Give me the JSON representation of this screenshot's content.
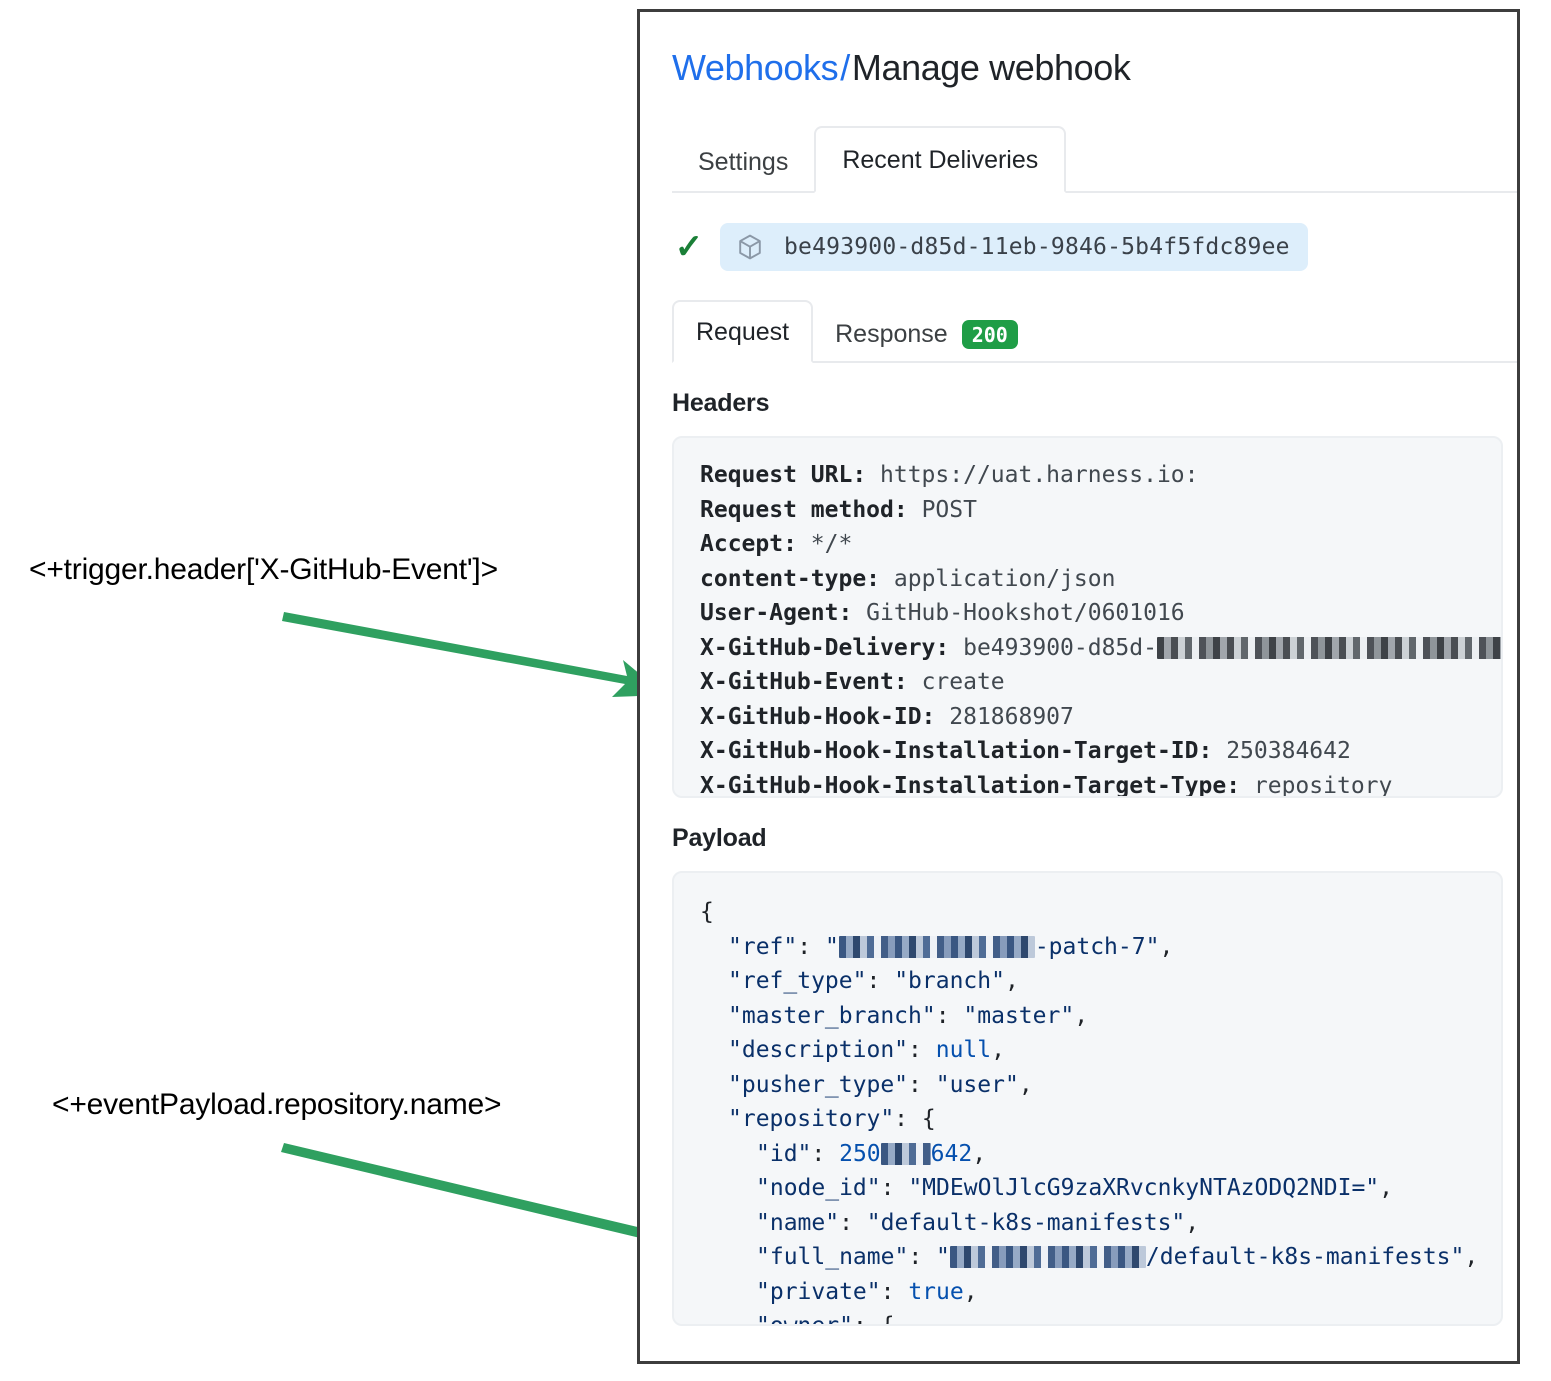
{
  "annotations": [
    {
      "id": "ann-1",
      "text": "<+trigger.header['X-GitHub-Event']>"
    },
    {
      "id": "ann-2",
      "text": "<+eventPayload.repository.name>"
    }
  ],
  "colors": {
    "arrow_green": "#2fa060",
    "link_blue": "#1f6feb",
    "status_green": "#1f9d46",
    "check_green": "#1a7f37",
    "chip_blue_bg": "#ddeefb",
    "code_bg": "#f5f7f9",
    "json_key_navy": "#0a3069",
    "json_literal_blue": "#0550ae"
  },
  "panel": {
    "breadcrumb": {
      "link": "Webhooks",
      "separator": "/",
      "current": "Manage webhook"
    },
    "outer_tabs": [
      {
        "label": "Settings",
        "active": false
      },
      {
        "label": "Recent Deliveries",
        "active": true
      }
    ],
    "delivery": {
      "check_icon": "check-icon",
      "package_icon": "package-icon",
      "guid": "be493900-d85d-11eb-9846-5b4f5fdc89ee"
    },
    "inner_tabs": [
      {
        "label": "Request",
        "active": true
      },
      {
        "label": "Response",
        "active": false,
        "badge": "200"
      }
    ],
    "headers_section": {
      "heading": "Headers",
      "rows": [
        {
          "key": "Request URL:",
          "value": "https://uat.harness.io:",
          "redacted": false
        },
        {
          "key": "Request method:",
          "value": "POST",
          "redacted": false
        },
        {
          "key": "Accept:",
          "value": "*/*",
          "redacted": false
        },
        {
          "key": "content-type:",
          "value": "application/json",
          "redacted": false
        },
        {
          "key": "User-Agent:",
          "value": "GitHub-Hookshot/0601016",
          "redacted": false
        },
        {
          "key": "X-GitHub-Delivery:",
          "value": "be493900-d85d-",
          "redacted": true,
          "redact_width": 372
        },
        {
          "key": "X-GitHub-Event:",
          "value": "create",
          "redacted": false
        },
        {
          "key": "X-GitHub-Hook-ID:",
          "value": "281868907",
          "redacted": false
        },
        {
          "key": "X-GitHub-Hook-Installation-Target-ID:",
          "value": "250384642",
          "redacted": false
        },
        {
          "key": "X-GitHub-Hook-Installation-Target-Type:",
          "value": "repository",
          "redacted": false
        }
      ]
    },
    "payload_section": {
      "heading": "Payload",
      "lines": [
        {
          "indent": 0,
          "parts": [
            {
              "t": "punct",
              "v": "{"
            }
          ]
        },
        {
          "indent": 1,
          "parts": [
            {
              "t": "key",
              "v": "\"ref\""
            },
            {
              "t": "punct",
              "v": ": "
            },
            {
              "t": "str",
              "v": "\""
            },
            {
              "t": "redact",
              "v": "",
              "w": 196
            },
            {
              "t": "str",
              "v": "-patch-7\""
            },
            {
              "t": "punct",
              "v": ","
            }
          ]
        },
        {
          "indent": 1,
          "parts": [
            {
              "t": "key",
              "v": "\"ref_type\""
            },
            {
              "t": "punct",
              "v": ": "
            },
            {
              "t": "str",
              "v": "\"branch\""
            },
            {
              "t": "punct",
              "v": ","
            }
          ]
        },
        {
          "indent": 1,
          "parts": [
            {
              "t": "key",
              "v": "\"master_branch\""
            },
            {
              "t": "punct",
              "v": ": "
            },
            {
              "t": "str",
              "v": "\"master\""
            },
            {
              "t": "punct",
              "v": ","
            }
          ]
        },
        {
          "indent": 1,
          "parts": [
            {
              "t": "key",
              "v": "\"description\""
            },
            {
              "t": "punct",
              "v": ": "
            },
            {
              "t": "lit",
              "v": "null"
            },
            {
              "t": "punct",
              "v": ","
            }
          ]
        },
        {
          "indent": 1,
          "parts": [
            {
              "t": "key",
              "v": "\"pusher_type\""
            },
            {
              "t": "punct",
              "v": ": "
            },
            {
              "t": "str",
              "v": "\"user\""
            },
            {
              "t": "punct",
              "v": ","
            }
          ]
        },
        {
          "indent": 1,
          "parts": [
            {
              "t": "key",
              "v": "\"repository\""
            },
            {
              "t": "punct",
              "v": ": {"
            }
          ]
        },
        {
          "indent": 2,
          "parts": [
            {
              "t": "key",
              "v": "\"id\""
            },
            {
              "t": "punct",
              "v": ": "
            },
            {
              "t": "num",
              "v": "250"
            },
            {
              "t": "redact",
              "v": "",
              "w": 50
            },
            {
              "t": "num",
              "v": "642"
            },
            {
              "t": "punct",
              "v": ","
            }
          ]
        },
        {
          "indent": 2,
          "parts": [
            {
              "t": "key",
              "v": "\"node_id\""
            },
            {
              "t": "punct",
              "v": ": "
            },
            {
              "t": "str",
              "v": "\"MDEwOlJlcG9zaXRvcnkyNTAzODQ2NDI=\""
            },
            {
              "t": "punct",
              "v": ","
            }
          ]
        },
        {
          "indent": 2,
          "parts": [
            {
              "t": "key",
              "v": "\"name\""
            },
            {
              "t": "punct",
              "v": ": "
            },
            {
              "t": "str",
              "v": "\"default-k8s-manifests\""
            },
            {
              "t": "punct",
              "v": ","
            }
          ]
        },
        {
          "indent": 2,
          "parts": [
            {
              "t": "key",
              "v": "\"full_name\""
            },
            {
              "t": "punct",
              "v": ": "
            },
            {
              "t": "str",
              "v": "\""
            },
            {
              "t": "redact",
              "v": "",
              "w": 196
            },
            {
              "t": "str",
              "v": "/default-k8s-manifests\""
            },
            {
              "t": "punct",
              "v": ","
            }
          ]
        },
        {
          "indent": 2,
          "parts": [
            {
              "t": "key",
              "v": "\"private\""
            },
            {
              "t": "punct",
              "v": ": "
            },
            {
              "t": "lit",
              "v": "true"
            },
            {
              "t": "punct",
              "v": ","
            }
          ]
        },
        {
          "indent": 2,
          "parts": [
            {
              "t": "key",
              "v": "\"owner\""
            },
            {
              "t": "punct",
              "v": ": {"
            }
          ]
        }
      ]
    }
  }
}
